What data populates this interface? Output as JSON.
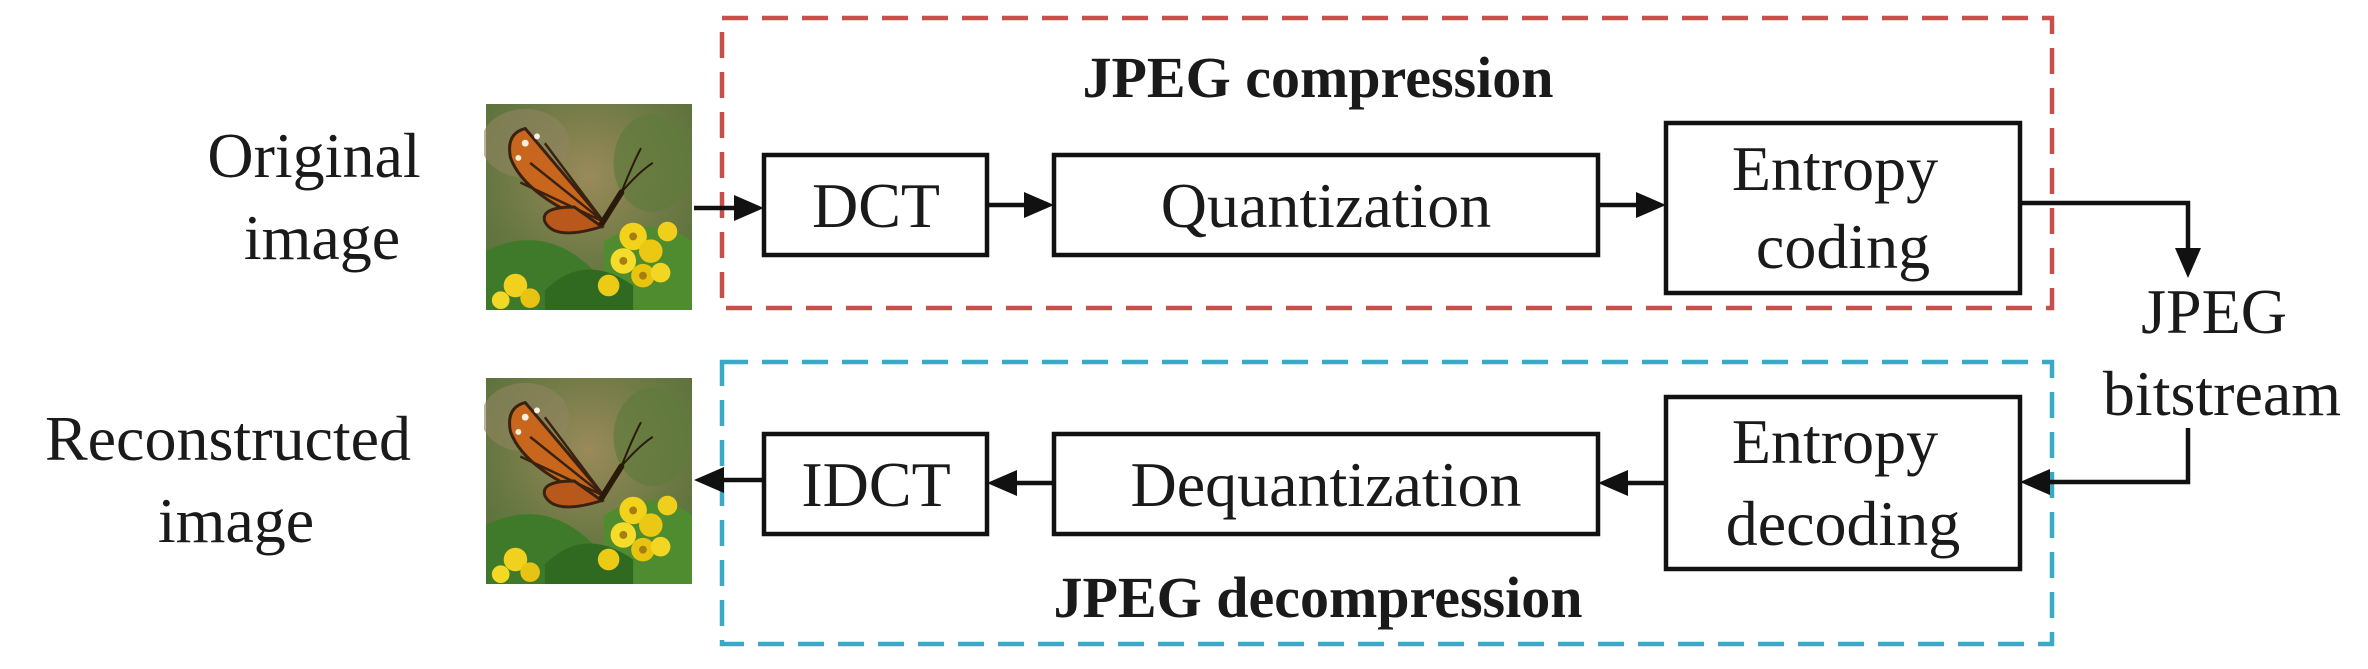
{
  "compression": {
    "title": "JPEG compression",
    "color": "#c8504a",
    "blocks": [
      {
        "lines": [
          "DCT"
        ]
      },
      {
        "lines": [
          "Quantization"
        ]
      },
      {
        "lines": [
          "Entropy",
          "coding"
        ]
      }
    ]
  },
  "decompression": {
    "title": "JPEG decompression",
    "color": "#3aa9c6",
    "blocks": [
      {
        "lines": [
          "Entropy",
          "decoding"
        ]
      },
      {
        "lines": [
          "Dequantization"
        ]
      },
      {
        "lines": [
          "IDCT"
        ]
      }
    ]
  },
  "input": {
    "lines": [
      "Original",
      "image"
    ]
  },
  "output": {
    "lines": [
      "Reconstructed",
      "image"
    ]
  },
  "bitstream": {
    "lines": [
      "JPEG",
      "bitstream"
    ]
  },
  "image_content": "butterfly-on-yellow-flowers",
  "icons": {
    "arrow": "arrow-head-icon"
  }
}
